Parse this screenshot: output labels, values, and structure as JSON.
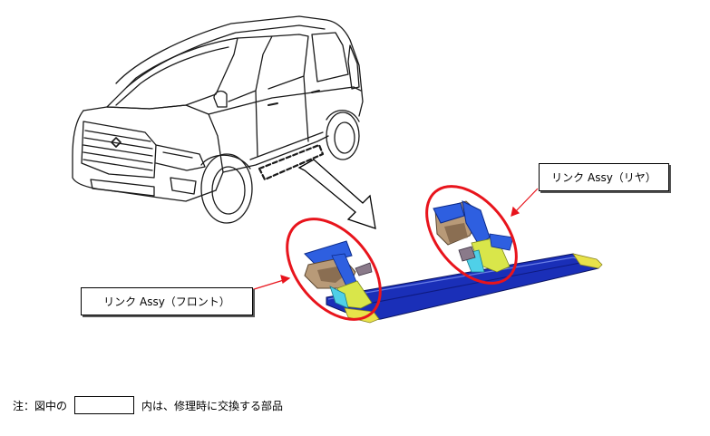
{
  "labels": {
    "rear_link": "リンク Assy（リヤ）",
    "front_link": "リンク Assy（フロント）"
  },
  "footnote": {
    "prefix": "注：図中の",
    "suffix": "内は、修理時に交換する部品"
  },
  "colors": {
    "highlight_ellipse": "#e8141c",
    "step_bar": "#1a2fb8",
    "step_bar_end": "#e8e24a",
    "bracket_blue": "#2e5fe0",
    "bracket_yellow": "#d9e64a",
    "bracket_cyan": "#4fd0e8",
    "bracket_tan": "#b89a78"
  },
  "icons": [
    "van-line-drawing",
    "callout-arrow-icon",
    "power-step-assembly"
  ]
}
